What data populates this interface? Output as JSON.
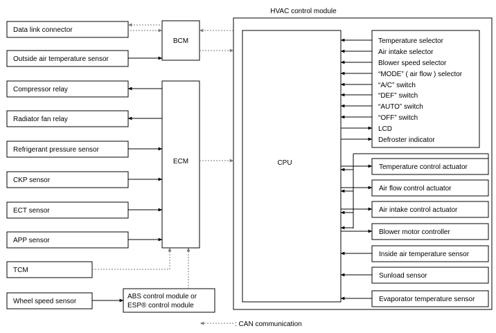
{
  "title": "HVAC control module",
  "left_components": [
    "Data link connector",
    "Outside air temperature sensor",
    "Compressor relay",
    "Radiator fan relay",
    "Refrigerant pressure sensor",
    "CKP sensor",
    "ECT sensor",
    "APP sensor",
    "TCM",
    "Wheel speed sensor"
  ],
  "bcm": "BCM",
  "ecm": "ECM",
  "abs": [
    "ABS control module or",
    "ESP® control module"
  ],
  "cpu": "CPU",
  "panel_items": [
    "Temperature selector",
    "Air intake selector",
    "Blower speed selector",
    "“MODE” ( air flow ) selector",
    "“A/C” switch",
    "“DEF” switch",
    "“AUTO” switch",
    "“OFF” switch",
    "LCD",
    "Defroster indicator"
  ],
  "right_components": [
    "Temperature control actuator",
    "Air flow control actuator",
    "Air intake control actuator",
    "Blower motor controller",
    "Inside air temperature sensor",
    "Sunload sensor",
    "Evaporator temperature sensor"
  ],
  "legend": ": CAN communication"
}
